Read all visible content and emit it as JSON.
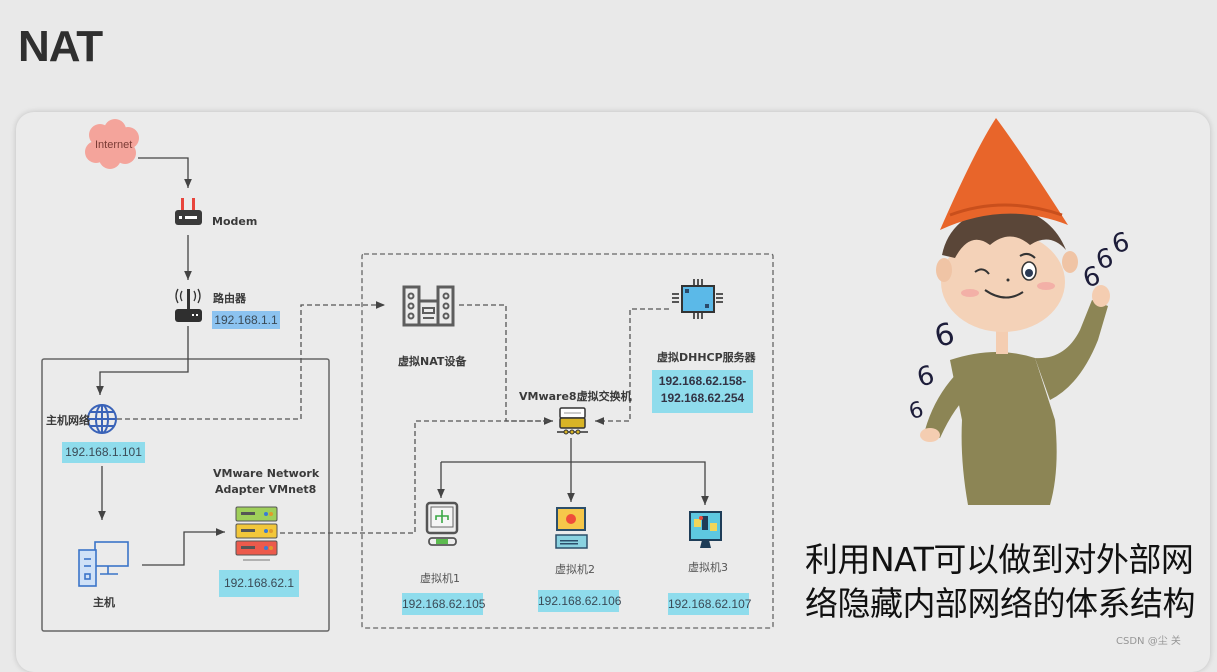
{
  "page": {
    "title": "NAT"
  },
  "colors": {
    "cloud": "#f4a49b",
    "ip_cyan": "#8fdcec",
    "ip_blue": "#8cc3f0",
    "line": "#555555",
    "hat": "#e8652a",
    "shirt": "#8c8555"
  },
  "nodes": {
    "internet": {
      "label": "Internet",
      "icon": "cloud-icon"
    },
    "modem": {
      "label": "Modem",
      "icon": "modem-icon"
    },
    "router": {
      "label": "路由器",
      "ip": "192.168.1.1",
      "icon": "router-icon"
    },
    "host_network": {
      "label": "主机网络",
      "ip": "192.168.1.101",
      "icon": "globe-icon"
    },
    "host": {
      "label": "主机",
      "icon": "desktop-computer-icon"
    },
    "vmnet8_adapter": {
      "label_line1": "VMware Network",
      "label_line2": "Adapter VMnet8",
      "ip": "192.168.62.1",
      "icon": "server-rack-icon"
    },
    "nat_device": {
      "label": "虚拟NAT设备",
      "icon": "nat-device-icon"
    },
    "dhcp_server": {
      "label": "虚拟DHHCP服务器",
      "ip_line1": "192.168.62.158-",
      "ip_line2": "192.168.62.254",
      "icon": "chip-icon"
    },
    "vm_switch": {
      "label": "VMware8虚拟交换机",
      "icon": "switch-icon"
    },
    "vms": [
      {
        "label": "虚拟机1",
        "ip": "192.168.62.105",
        "icon": "vm-monitor-icon"
      },
      {
        "label": "虚拟机2",
        "ip": "192.168.62.106",
        "icon": "vm-computer-icon"
      },
      {
        "label": "虚拟机3",
        "ip": "192.168.62.107",
        "icon": "vm-display-icon"
      }
    ]
  },
  "illustration": {
    "sixes": [
      "6",
      "6",
      "6",
      "6",
      "6",
      "6"
    ]
  },
  "caption": {
    "line1": "利用NAT可以做到对外部网",
    "line2": "络隐藏内部网络的体系结构"
  },
  "watermark": "CSDN @尘 关"
}
